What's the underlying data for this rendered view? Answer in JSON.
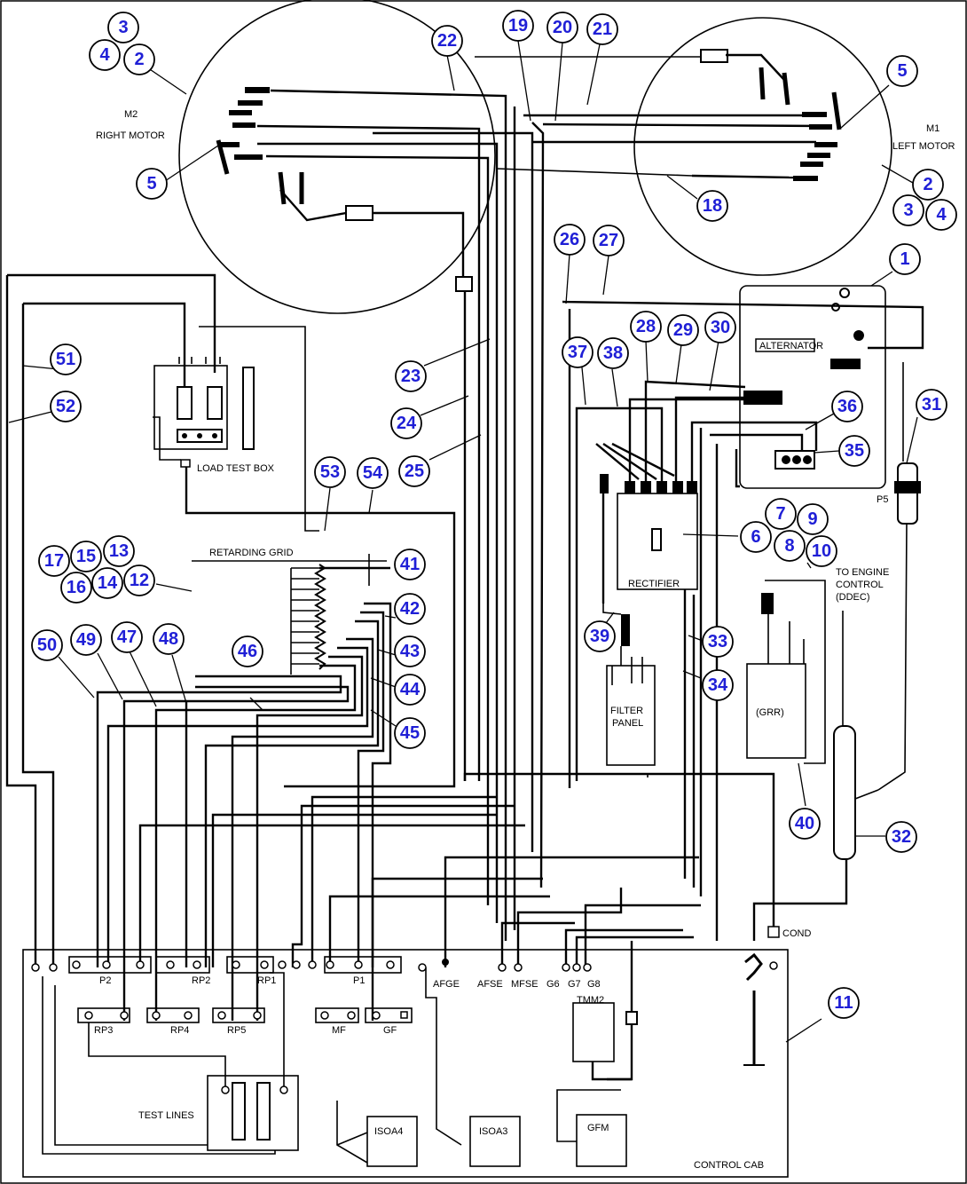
{
  "labels": {
    "m2_line1": "M2",
    "m2_line2": "RIGHT MOTOR",
    "m1_line1": "M1",
    "m1_line2": "LEFT MOTOR",
    "alternator": "ALTERNATOR",
    "load_test_box": "LOAD TEST BOX",
    "retarding_grid": "RETARDING GRID",
    "rectifier": "RECTIFIER",
    "filter_panel_1": "FILTER",
    "filter_panel_2": "PANEL",
    "grr": "(GRR)",
    "to_engine_1": "TO ENGINE",
    "to_engine_2": "CONTROL",
    "to_engine_3": "(DDEC)",
    "p5": "P5",
    "cond": "COND",
    "p2": "P2",
    "rp2": "RP2",
    "rp1": "RP1",
    "p1": "P1",
    "afge": "AFGE",
    "afse": "AFSE",
    "mfse": "MFSE",
    "g6": "G6",
    "g7": "G7",
    "g8": "G8",
    "rp3": "RP3",
    "rp4": "RP4",
    "rp5": "RP5",
    "mf": "MF",
    "gf": "GF",
    "tmm2": "TMM2",
    "test_lines": "TEST LINES",
    "isoa4": "ISOA4",
    "isoa3": "ISOA3",
    "gfm": "GFM",
    "control_cab": "CONTROL CAB"
  },
  "callouts": [
    "1",
    "2",
    "3",
    "4",
    "5",
    "6",
    "7",
    "8",
    "9",
    "10",
    "11",
    "12",
    "13",
    "14",
    "15",
    "16",
    "17",
    "18",
    "19",
    "20",
    "21",
    "22",
    "23",
    "24",
    "25",
    "26",
    "27",
    "28",
    "29",
    "30",
    "31",
    "32",
    "33",
    "34",
    "35",
    "36",
    "37",
    "38",
    "39",
    "40",
    "41",
    "42",
    "43",
    "44",
    "45",
    "46",
    "47",
    "48",
    "49",
    "50",
    "51",
    "52",
    "53",
    "54"
  ]
}
